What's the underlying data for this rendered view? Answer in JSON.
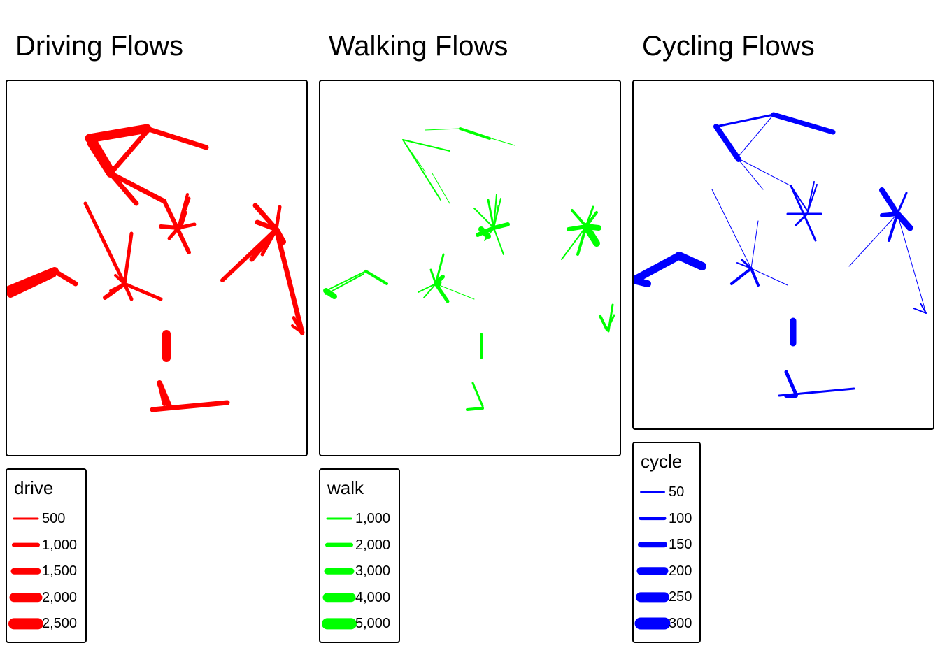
{
  "panels": [
    {
      "id": "drive",
      "title": "Driving Flows",
      "color": "#ff0000",
      "legend": {
        "title": "drive",
        "items": [
          {
            "label": "500",
            "value": 500
          },
          {
            "label": "1,000",
            "value": 1000
          },
          {
            "label": "1,500",
            "value": 1500
          },
          {
            "label": "2,000",
            "value": 2000
          },
          {
            "label": "2,500",
            "value": 2500
          }
        ]
      }
    },
    {
      "id": "walk",
      "title": "Walking Flows",
      "color": "#00ff00",
      "legend": {
        "title": "walk",
        "items": [
          {
            "label": "1,000",
            "value": 1000
          },
          {
            "label": "2,000",
            "value": 2000
          },
          {
            "label": "3,000",
            "value": 3000
          },
          {
            "label": "4,000",
            "value": 4000
          },
          {
            "label": "5,000",
            "value": 5000
          }
        ]
      }
    },
    {
      "id": "cycle",
      "title": "Cycling Flows",
      "color": "#0000ff",
      "legend": {
        "title": "cycle",
        "items": [
          {
            "label": "50",
            "value": 50
          },
          {
            "label": "100",
            "value": 100
          },
          {
            "label": "150",
            "value": 150
          },
          {
            "label": "200",
            "value": 200
          },
          {
            "label": "250",
            "value": 250
          },
          {
            "label": "300",
            "value": 300
          }
        ]
      }
    }
  ]
}
